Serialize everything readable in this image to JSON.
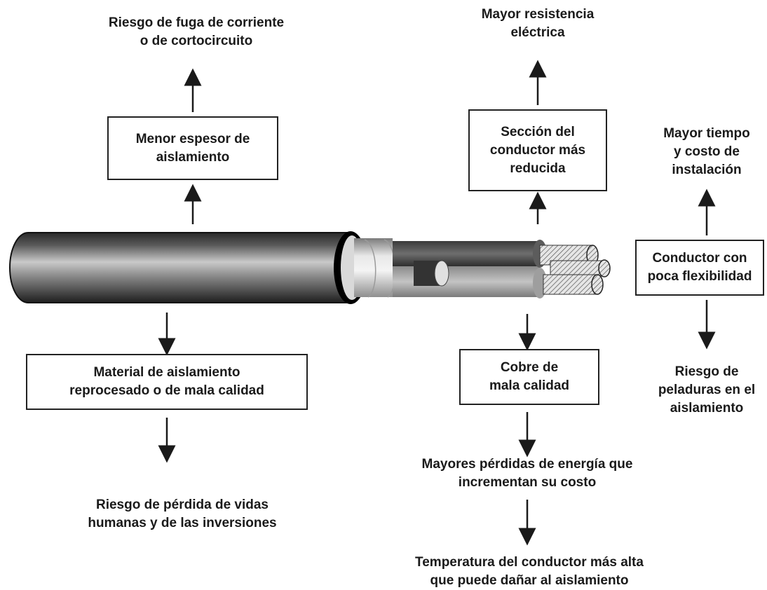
{
  "left": {
    "top_text": [
      "Riesgo de fuga de corriente",
      "o de cortocircuito"
    ],
    "top_box": [
      "Menor espesor de",
      "aislamiento"
    ],
    "bottom_box": [
      "Material de aislamiento",
      "reprocesado o de mala calidad"
    ],
    "bottom_text": [
      "Riesgo de pérdida de vidas",
      "humanas y de las inversiones"
    ]
  },
  "middle": {
    "top_text": [
      "Mayor resistencia",
      "eléctrica"
    ],
    "top_box": [
      "Sección del",
      "conductor más",
      "reducida"
    ],
    "bottom_box": [
      "Cobre de",
      "mala calidad"
    ],
    "text_1": [
      "Mayores pérdidas de energía que",
      "incrementan su costo"
    ],
    "text_2": [
      "Temperatura del conductor más alta",
      "que puede dañar al aislamiento"
    ]
  },
  "right": {
    "top_text": [
      "Mayor tiempo",
      "y costo de",
      "instalación"
    ],
    "box": [
      "Conductor con",
      "poca flexibilidad"
    ],
    "bottom_text": [
      "Riesgo de",
      "peladuras en el",
      "aislamiento"
    ]
  },
  "colors": {
    "arrow": "#1a1a1a",
    "cable_jacket": "#4a4a4a",
    "copper_strand": "#9a9a9a"
  }
}
